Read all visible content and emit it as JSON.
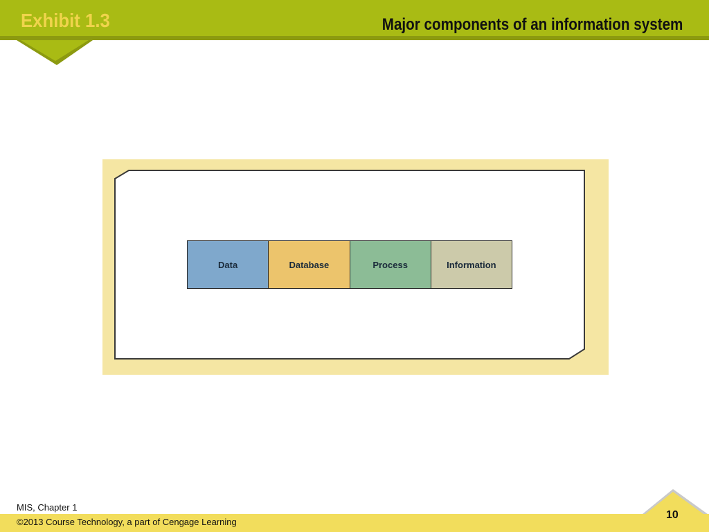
{
  "header": {
    "exhibit": "Exhibit 1.3",
    "title": "Major components of an information system"
  },
  "diagram": {
    "components": [
      {
        "label": "Data",
        "color": "#7fa8cc"
      },
      {
        "label": "Database",
        "color": "#ecc46c"
      },
      {
        "label": "Process",
        "color": "#8cbc96"
      },
      {
        "label": "Information",
        "color": "#cccaaa"
      }
    ]
  },
  "footer": {
    "course": "MIS, Chapter 1",
    "copyright": "©2013 Course Technology, a part of Cengage Learning",
    "page_number": "10"
  },
  "colors": {
    "header_bar": "#a9bb14",
    "exhibit_text": "#f0d44c",
    "panel_background": "#f5e6a3",
    "footer_bar": "#f2dd5c"
  }
}
